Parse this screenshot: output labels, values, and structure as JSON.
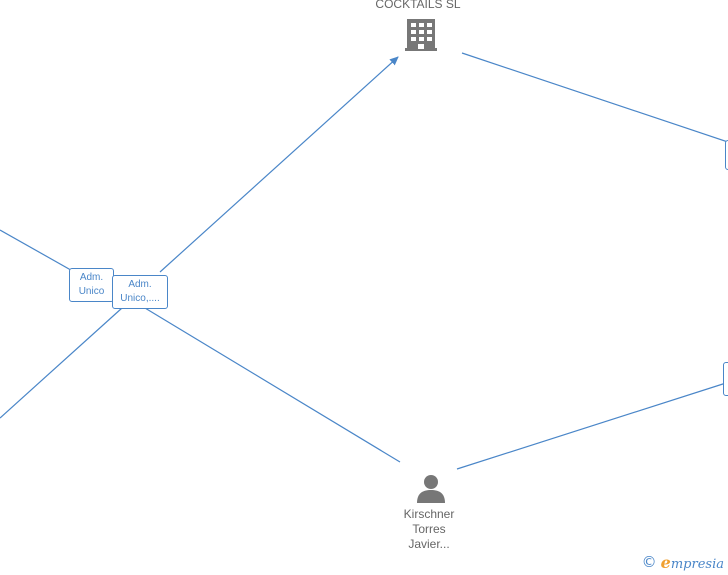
{
  "company": {
    "label": "COCKTAILS  SL",
    "icon": "building-icon"
  },
  "person": {
    "line1": "Kirschner",
    "line2": "Torres",
    "line3": "Javier...",
    "icon": "person-icon"
  },
  "relations": [
    {
      "line1": "Adm.",
      "line2": "Unico"
    },
    {
      "line1": "Adm.",
      "line2": "Unico,...."
    }
  ],
  "footer": {
    "copyright": "©",
    "brand_first": "e",
    "brand_rest": "mpresia"
  },
  "colors": {
    "edge": "#4a86c8",
    "icon": "#777777",
    "label": "#666666",
    "brand_accent": "#f0a030"
  }
}
